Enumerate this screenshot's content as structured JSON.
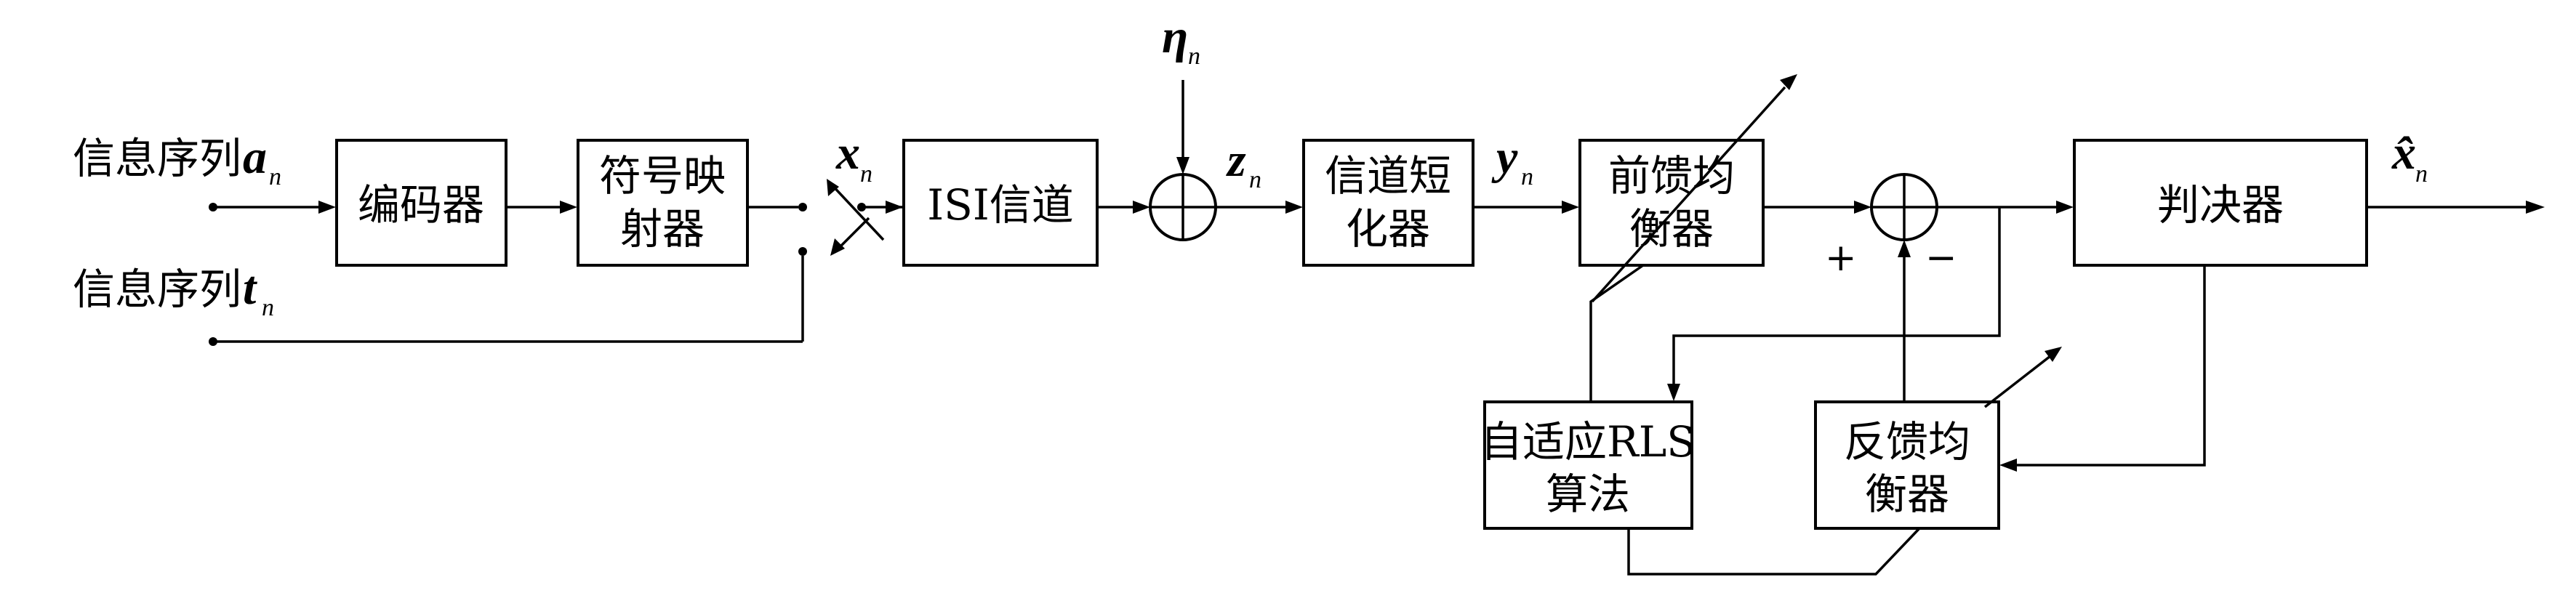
{
  "inputs": {
    "seq_a_label": "信息序列",
    "seq_a_var": "a",
    "seq_a_sub": "n",
    "seq_t_label": "信息序列",
    "seq_t_var": "t",
    "seq_t_sub": "n"
  },
  "blocks": {
    "encoder": "编码器",
    "mapper_line1": "符号映",
    "mapper_line2": "射器",
    "isi_channel": "ISI信道",
    "shortener_line1": "信道短",
    "shortener_line2": "化器",
    "ffe_line1": "前馈均",
    "ffe_line2": "衡器",
    "decision": "判决器",
    "rls_line1": "自适应RLS",
    "rls_line2": "算法",
    "fbe_line1": "反馈均",
    "fbe_line2": "衡器"
  },
  "signals": {
    "x_var": "x",
    "x_sub": "n",
    "eta_var": "η",
    "eta_sub": "n",
    "z_var": "z",
    "z_sub": "n",
    "y_var": "y",
    "y_sub": "n",
    "xhat_var": "x̂",
    "xhat_sub": "n"
  },
  "summer": {
    "plus": "+",
    "minus": "−"
  }
}
